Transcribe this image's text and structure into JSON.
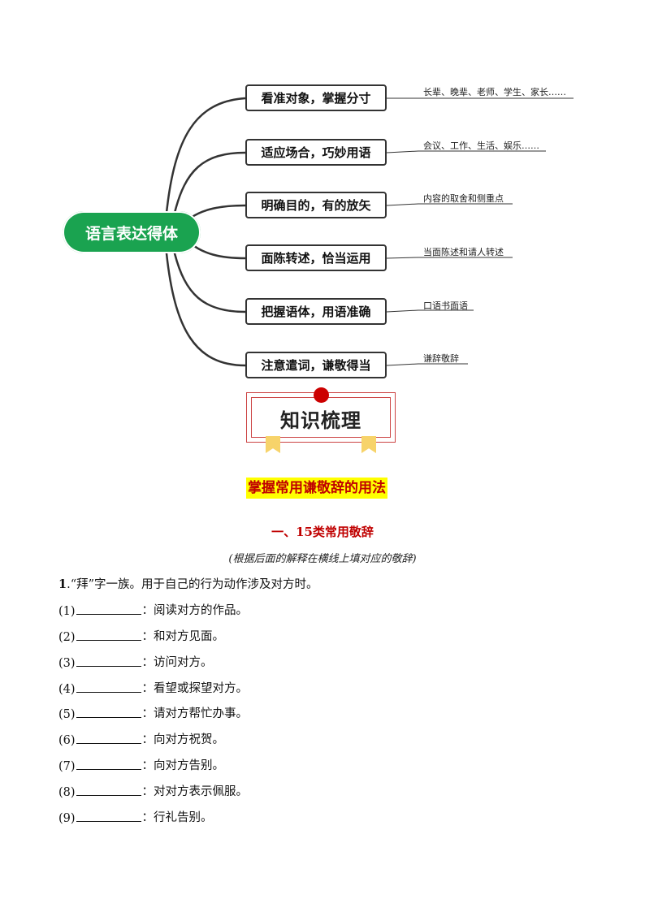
{
  "mindmap": {
    "root": "语言表达得体",
    "branches": [
      {
        "label": "看准对象，掌握分寸",
        "note": "长辈、晚辈、老师、学生、家长……"
      },
      {
        "label": "适应场合，巧妙用语",
        "note": "会议、工作、生活、娱乐……"
      },
      {
        "label": "明确目的，有的放矢",
        "note": "内容的取舍和侧重点"
      },
      {
        "label": "面陈转述，恰当运用",
        "note": "当面陈述和请人转述"
      },
      {
        "label": "把握语体，用语准确",
        "note": "口语书面语"
      },
      {
        "label": "注意遣词，谦敬得当",
        "note": "谦辞敬辞"
      }
    ],
    "colors": {
      "root": "#1aa350",
      "lines": "#333333"
    }
  },
  "badge": {
    "label": "知识梳理",
    "colors": {
      "frame": "#cc4444",
      "dot": "#cc0000",
      "ribbon": "#f7d36a"
    }
  },
  "highlight_title": "掌握常用谦敬辞的用法",
  "section_heading": "一、15类常用敬辞",
  "instruction": "(根据后面的解释在横线上填对应的敬辞)",
  "question": {
    "number": "1",
    "text": ".“拜”字一族。用于自己的行为动作涉及对方时。",
    "items": [
      {
        "label": "(1)",
        "text": "：阅读对方的作品。"
      },
      {
        "label": "(2)",
        "text": "：和对方见面。"
      },
      {
        "label": "(3)",
        "text": "：访问对方。"
      },
      {
        "label": "(4)",
        "text": "：看望或探望对方。"
      },
      {
        "label": "(5)",
        "text": "：请对方帮忙办事。"
      },
      {
        "label": "(6)",
        "text": "：向对方祝贺。"
      },
      {
        "label": "(7)",
        "text": "：向对方告别。"
      },
      {
        "label": "(8)",
        "text": "：对对方表示佩服。"
      },
      {
        "label": "(9)",
        "text": "：行礼告别。"
      }
    ]
  }
}
